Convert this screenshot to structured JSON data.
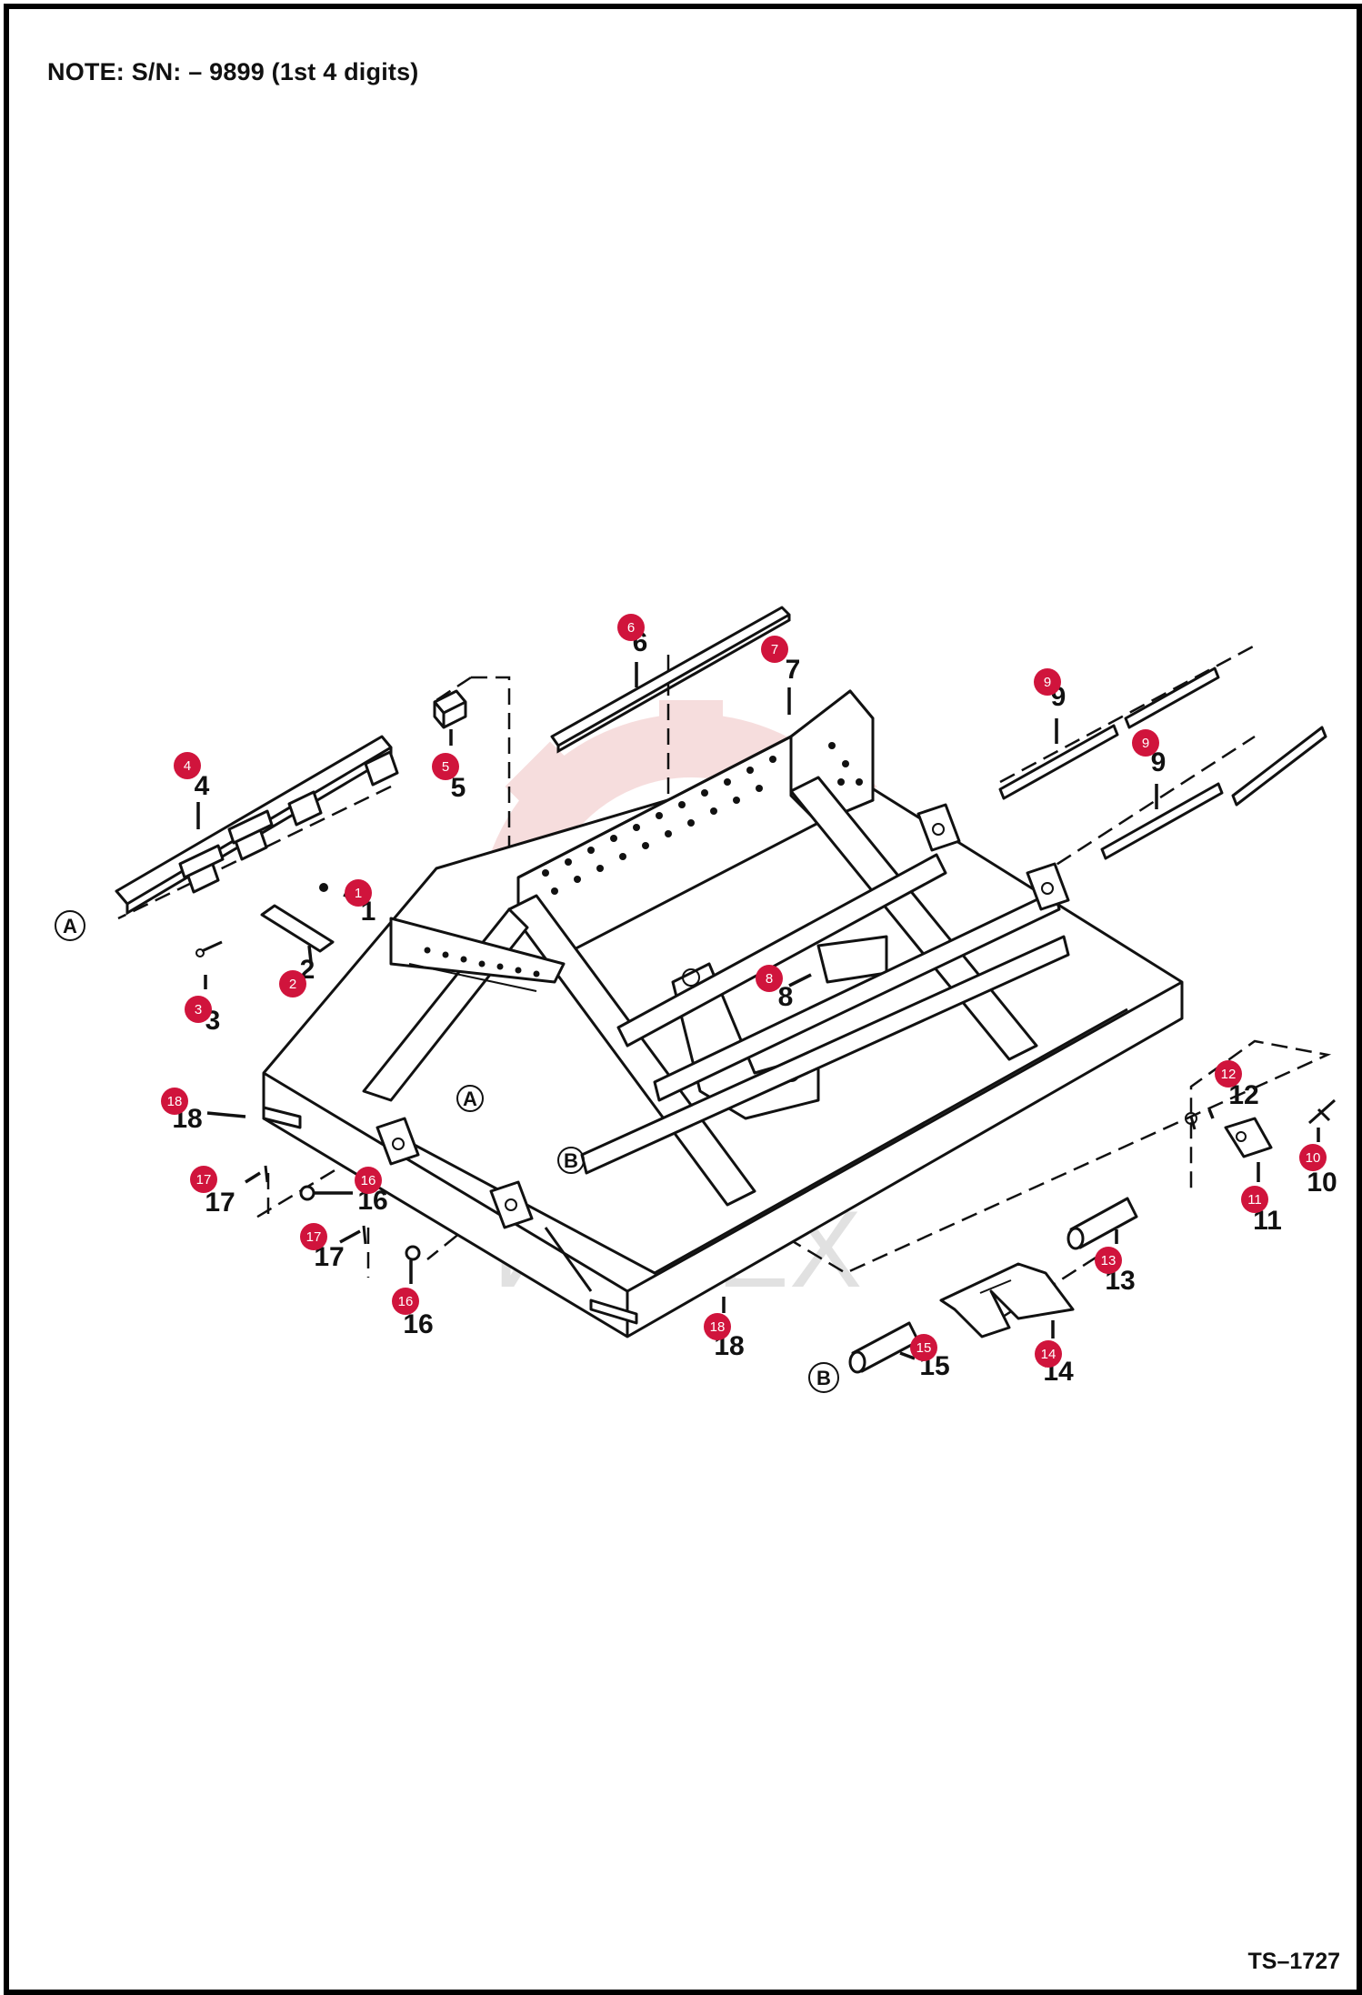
{
  "header": {
    "note": "NOTE:  S/N: – 9899 (1st 4 digits)"
  },
  "footer": {
    "drawing_id": "TS–1727"
  },
  "watermark": {
    "text": "ИНТЕХ",
    "color": "#e8a0a0"
  },
  "colors": {
    "callout_badge": "#d0143c",
    "lines": "#111111"
  },
  "references": {
    "a": "A",
    "b": "B"
  },
  "callouts": [
    {
      "id": "c1a",
      "badge": "1",
      "number": "1"
    },
    {
      "id": "c2a",
      "badge": "2",
      "number": "2"
    },
    {
      "id": "c3a",
      "badge": "3",
      "number": "3"
    },
    {
      "id": "c4a",
      "badge": "4",
      "number": "4"
    },
    {
      "id": "c5a",
      "badge": "5",
      "number": "5"
    },
    {
      "id": "c6a",
      "badge": "6",
      "number": "6"
    },
    {
      "id": "c7a",
      "badge": "7",
      "number": "7"
    },
    {
      "id": "c8a",
      "badge": "8",
      "number": "8"
    },
    {
      "id": "c9a",
      "badge": "9",
      "number": "9"
    },
    {
      "id": "c9b",
      "badge": "9",
      "number": "9"
    },
    {
      "id": "c10a",
      "badge": "10",
      "number": "10"
    },
    {
      "id": "c11a",
      "badge": "11",
      "number": "11"
    },
    {
      "id": "c12a",
      "badge": "12",
      "number": "12"
    },
    {
      "id": "c13a",
      "badge": "13",
      "number": "13"
    },
    {
      "id": "c14a",
      "badge": "14",
      "number": "14"
    },
    {
      "id": "c15a",
      "badge": "15",
      "number": "15"
    },
    {
      "id": "c16a",
      "badge": "16",
      "number": "16"
    },
    {
      "id": "c16b",
      "badge": "16",
      "number": "16"
    },
    {
      "id": "c17a",
      "badge": "17",
      "number": "17"
    },
    {
      "id": "c17b",
      "badge": "17",
      "number": "17"
    },
    {
      "id": "c18a",
      "badge": "18",
      "number": "18"
    },
    {
      "id": "c18b",
      "badge": "18",
      "number": "18"
    }
  ]
}
